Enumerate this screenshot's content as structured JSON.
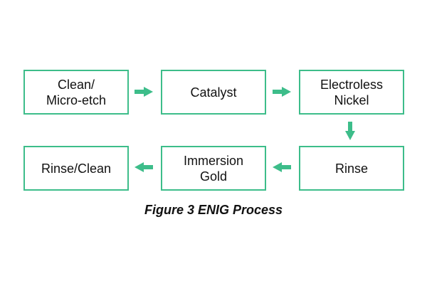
{
  "diagram": {
    "steps": [
      {
        "label": "Clean/\nMicro-etch"
      },
      {
        "label": "Catalyst"
      },
      {
        "label": "Electroless\nNickel"
      },
      {
        "label": "Rinse"
      },
      {
        "label": "Immersion\nGold"
      },
      {
        "label": "Rinse/Clean"
      }
    ],
    "caption": "Figure 3 ENIG Process",
    "colors": {
      "border": "#3dbd8a",
      "arrow": "#3dbd8a"
    }
  }
}
